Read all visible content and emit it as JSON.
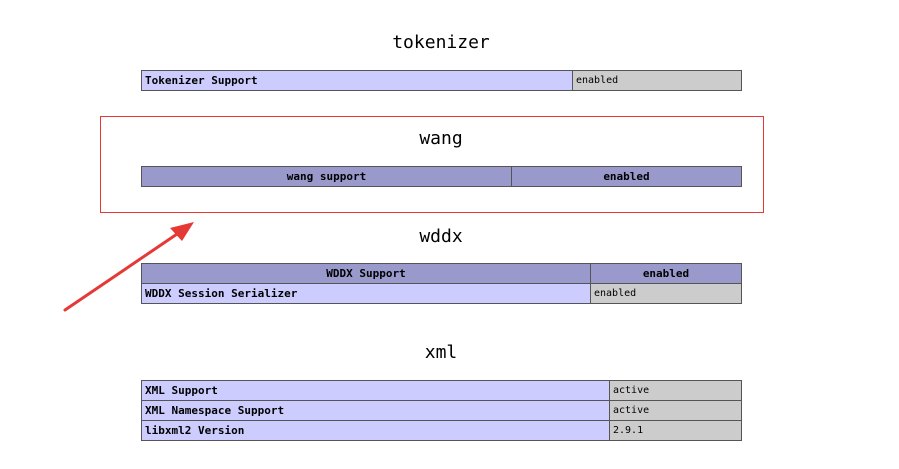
{
  "sections": {
    "tokenizer": {
      "title": "tokenizer",
      "rows": [
        {
          "label": "Tokenizer Support",
          "value": "enabled"
        }
      ]
    },
    "wang": {
      "title": "wang",
      "header": {
        "label": "wang support",
        "value": "enabled"
      }
    },
    "wddx": {
      "title": "wddx",
      "header": {
        "label": "WDDX Support",
        "value": "enabled"
      },
      "rows": [
        {
          "label": "WDDX Session Serializer",
          "value": "enabled"
        }
      ]
    },
    "xml": {
      "title": "xml",
      "rows": [
        {
          "label": "XML Support",
          "value": "active"
        },
        {
          "label": "XML Namespace Support",
          "value": "active"
        },
        {
          "label": "libxml2 Version",
          "value": "2.9.1"
        }
      ]
    }
  },
  "annotation": {
    "box_color": "#e53935",
    "arrow_color": "#e53935"
  },
  "colors": {
    "header_bg": "#9999cc",
    "label_bg": "#ccccff",
    "value_bg": "#cccccc"
  }
}
